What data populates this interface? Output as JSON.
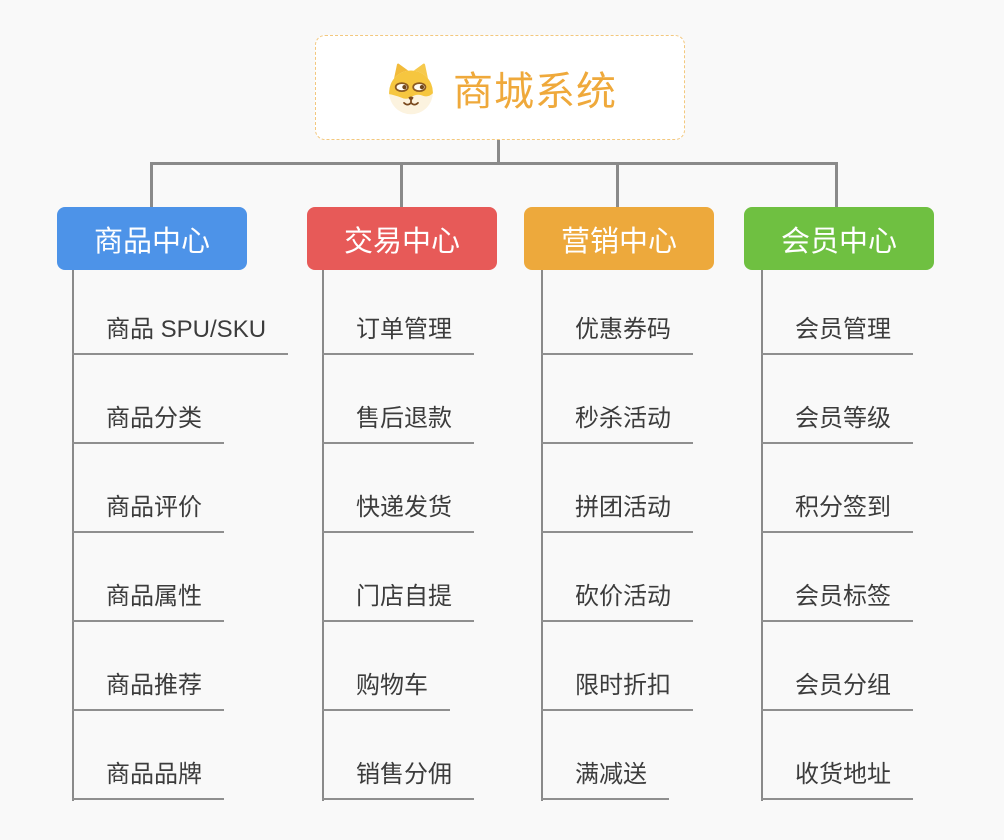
{
  "page": {
    "background": "#f9f9f9"
  },
  "root": {
    "title": "商城系统",
    "icon": "doge-icon",
    "text_color": "#efa93b",
    "border_color": "#f3c87e"
  },
  "connector_color": "#8a8a8a",
  "branches": [
    {
      "label": "商品中心",
      "color": "#4d93e8",
      "items": [
        "商品 SPU/SKU",
        "商品分类",
        "商品评价",
        "商品属性",
        "商品推荐",
        "商品品牌"
      ]
    },
    {
      "label": "交易中心",
      "color": "#e75a58",
      "items": [
        "订单管理",
        "售后退款",
        "快递发货",
        "门店自提",
        "购物车",
        "销售分佣"
      ]
    },
    {
      "label": "营销中心",
      "color": "#eda93c",
      "items": [
        "优惠券码",
        "秒杀活动",
        "拼团活动",
        "砍价活动",
        "限时折扣",
        "满减送"
      ]
    },
    {
      "label": "会员中心",
      "color": "#6fc041",
      "items": [
        "会员管理",
        "会员等级",
        "积分签到",
        "会员标签",
        "会员分组",
        "收货地址"
      ]
    }
  ]
}
